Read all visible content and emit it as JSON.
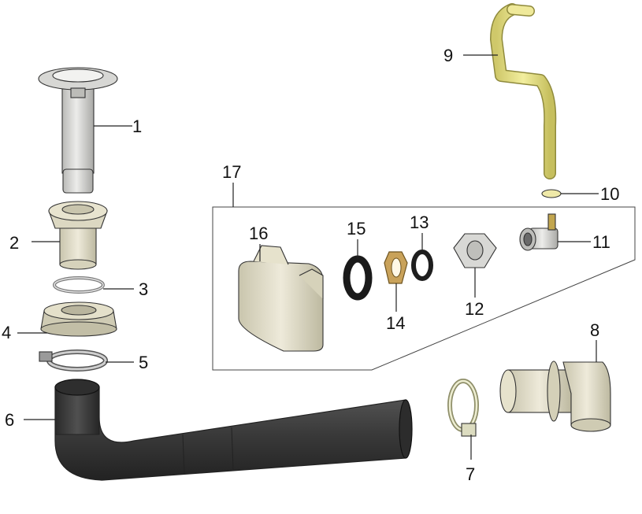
{
  "diagram": {
    "callouts": [
      {
        "id": "1",
        "text": "1"
      },
      {
        "id": "2",
        "text": "2"
      },
      {
        "id": "3",
        "text": "3"
      },
      {
        "id": "4",
        "text": "4"
      },
      {
        "id": "5",
        "text": "5"
      },
      {
        "id": "6",
        "text": "6"
      },
      {
        "id": "7",
        "text": "7"
      },
      {
        "id": "8",
        "text": "8"
      },
      {
        "id": "9",
        "text": "9"
      },
      {
        "id": "10",
        "text": "10"
      },
      {
        "id": "11",
        "text": "11"
      },
      {
        "id": "12",
        "text": "12"
      },
      {
        "id": "13",
        "text": "13"
      },
      {
        "id": "14",
        "text": "14"
      },
      {
        "id": "15",
        "text": "15"
      },
      {
        "id": "16",
        "text": "16"
      },
      {
        "id": "17",
        "text": "17"
      }
    ],
    "colors": {
      "metal": "#d9d9d6",
      "pipe": "#3b3b3b",
      "beige": "#e8e4cf",
      "yellow_pipe": "#e9e58a",
      "gasket_dark": "#1c1c1c",
      "brass": "#c8a25a",
      "outline": "#333333"
    }
  }
}
